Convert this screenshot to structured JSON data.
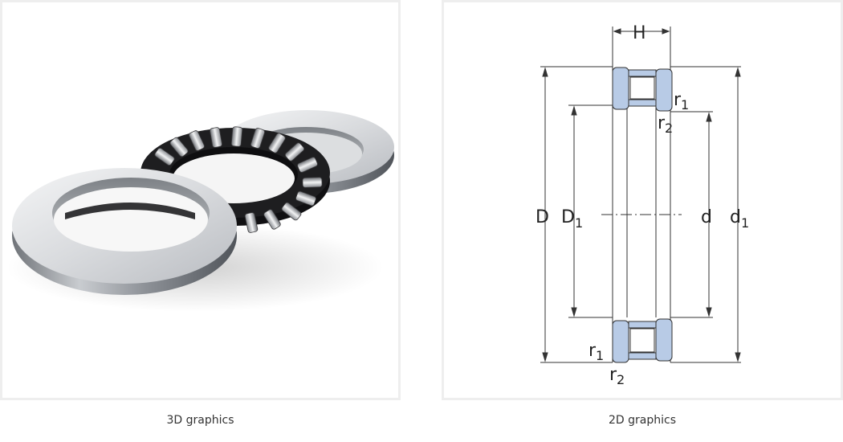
{
  "panels": {
    "left": {
      "caption": "3D graphics"
    },
    "right": {
      "caption": "2D graphics",
      "labels": {
        "H": "H",
        "D": "D",
        "D1_main": "D",
        "D1_sub": "1",
        "d": "d",
        "d1_main": "d",
        "d1_sub": "1",
        "r1_top_main": "r",
        "r1_top_sub": "1",
        "r2_top_main": "r",
        "r2_top_sub": "2",
        "r1_bot_main": "r",
        "r1_bot_sub": "1",
        "r2_bot_main": "r",
        "r2_bot_sub": "2"
      }
    }
  },
  "colors": {
    "washer_fill": "#b8cbe6",
    "line": "#333333",
    "steel_light": "#e8e9eb",
    "cage": "#1e1e20"
  }
}
